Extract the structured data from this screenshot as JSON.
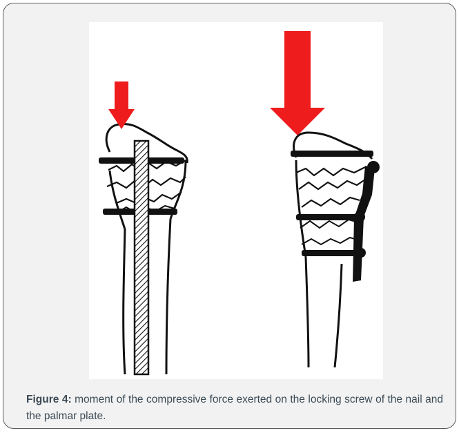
{
  "figure": {
    "label": "Figure 4:",
    "caption": "moment of the compressive force exerted on the locking screw of the nail and the palmar plate."
  },
  "colors": {
    "arrow": "#ee1c1c",
    "frame_border": "#5a5a5a",
    "frame_background": "#f2f2f2",
    "caption_text": "#3b4a55"
  },
  "icons": [
    "force-arrow",
    "bone-drawing"
  ]
}
